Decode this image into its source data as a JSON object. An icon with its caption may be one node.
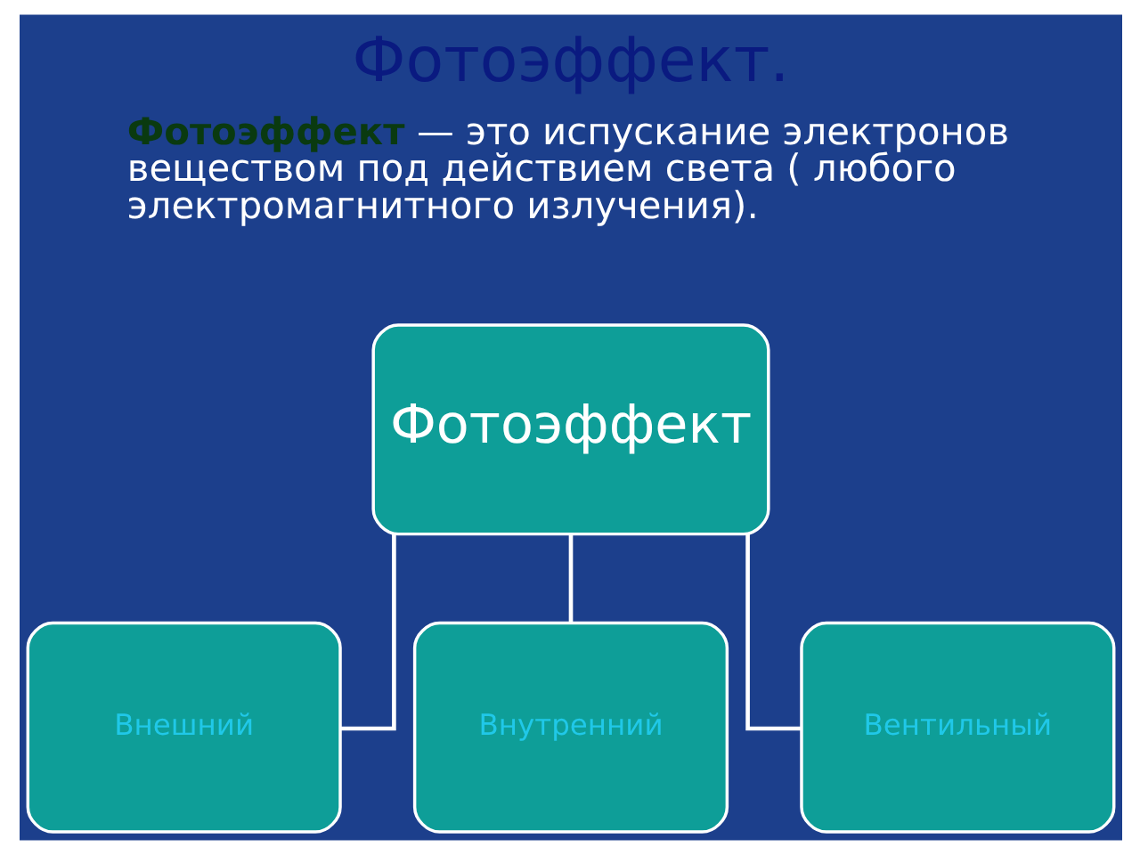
{
  "diagram": {
    "title": "Фотоэффект.",
    "nodes": [
      {
        "text": [
          "Фотоэффект"
        ]
      },
      {
        "text": [
          "Внешний"
        ]
      },
      {
        "text": [
          "Внутренний"
        ]
      },
      {
        "text": [
          "Вентильный"
        ]
      }
    ],
    "edges": [
      {
        "from": 0,
        "to": 1,
        "arrow": "none"
      },
      {
        "from": 0,
        "to": 2,
        "arrow": "none"
      },
      {
        "from": 0,
        "to": 3,
        "arrow": "none"
      }
    ],
    "labels": [
      "**Фотоэффект** — это испускание электронов веществом под действием света ( любого электромагнитного излучения)."
    ]
  }
}
